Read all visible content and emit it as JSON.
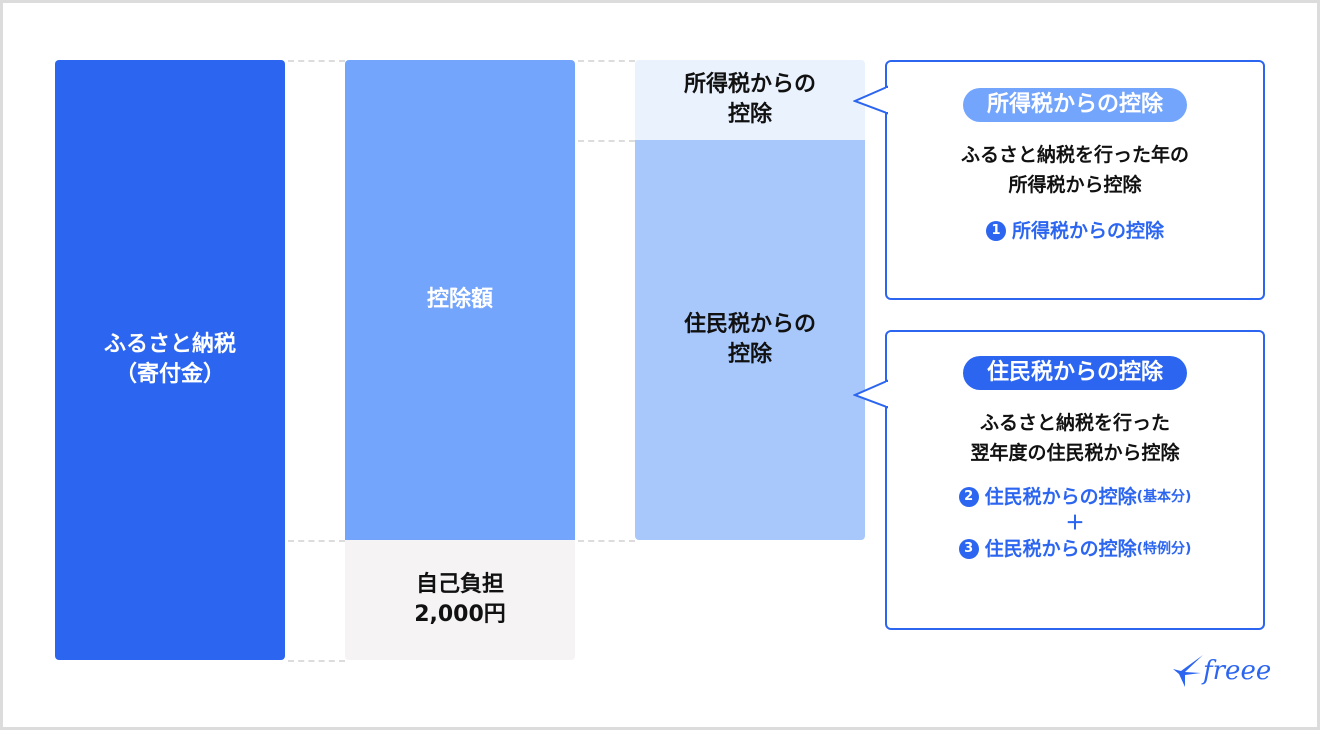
{
  "colors": {
    "donation_bar": "#2c66f0",
    "deduction_bar": "#74a5fc",
    "self_pay_bar": "#f5f3f4",
    "income_tax_section": "#eaf2fe",
    "resident_tax_section": "#a8c8fc",
    "accent": "#2c66f0"
  },
  "columns": {
    "donation": {
      "line1": "ふるさと納税",
      "line2": "（寄付金）"
    },
    "deduction": {
      "label": "控除額"
    },
    "self_pay": {
      "line1": "自己負担",
      "line2": "2,000円"
    },
    "income_tax": {
      "line1": "所得税からの",
      "line2": "控除"
    },
    "resident_tax": {
      "line1": "住民税からの",
      "line2": "控除"
    }
  },
  "callouts": [
    {
      "pill": "所得税からの控除",
      "desc_line1": "ふるさと納税を行った年の",
      "desc_line2": "所得税から控除",
      "items": [
        {
          "num": "1",
          "label": "所得税からの控除",
          "suffix": ""
        }
      ]
    },
    {
      "pill": "住民税からの控除",
      "desc_line1": "ふるさと納税を行った",
      "desc_line2": "翌年度の住民税から控除",
      "items": [
        {
          "num": "2",
          "label": "住民税からの控除",
          "suffix": "(基本分)"
        },
        {
          "num": "3",
          "label": "住民税からの控除",
          "suffix": "(特例分)"
        }
      ],
      "plus": "＋"
    }
  ],
  "logo": {
    "text": "freee",
    "icon": "bird-icon"
  }
}
